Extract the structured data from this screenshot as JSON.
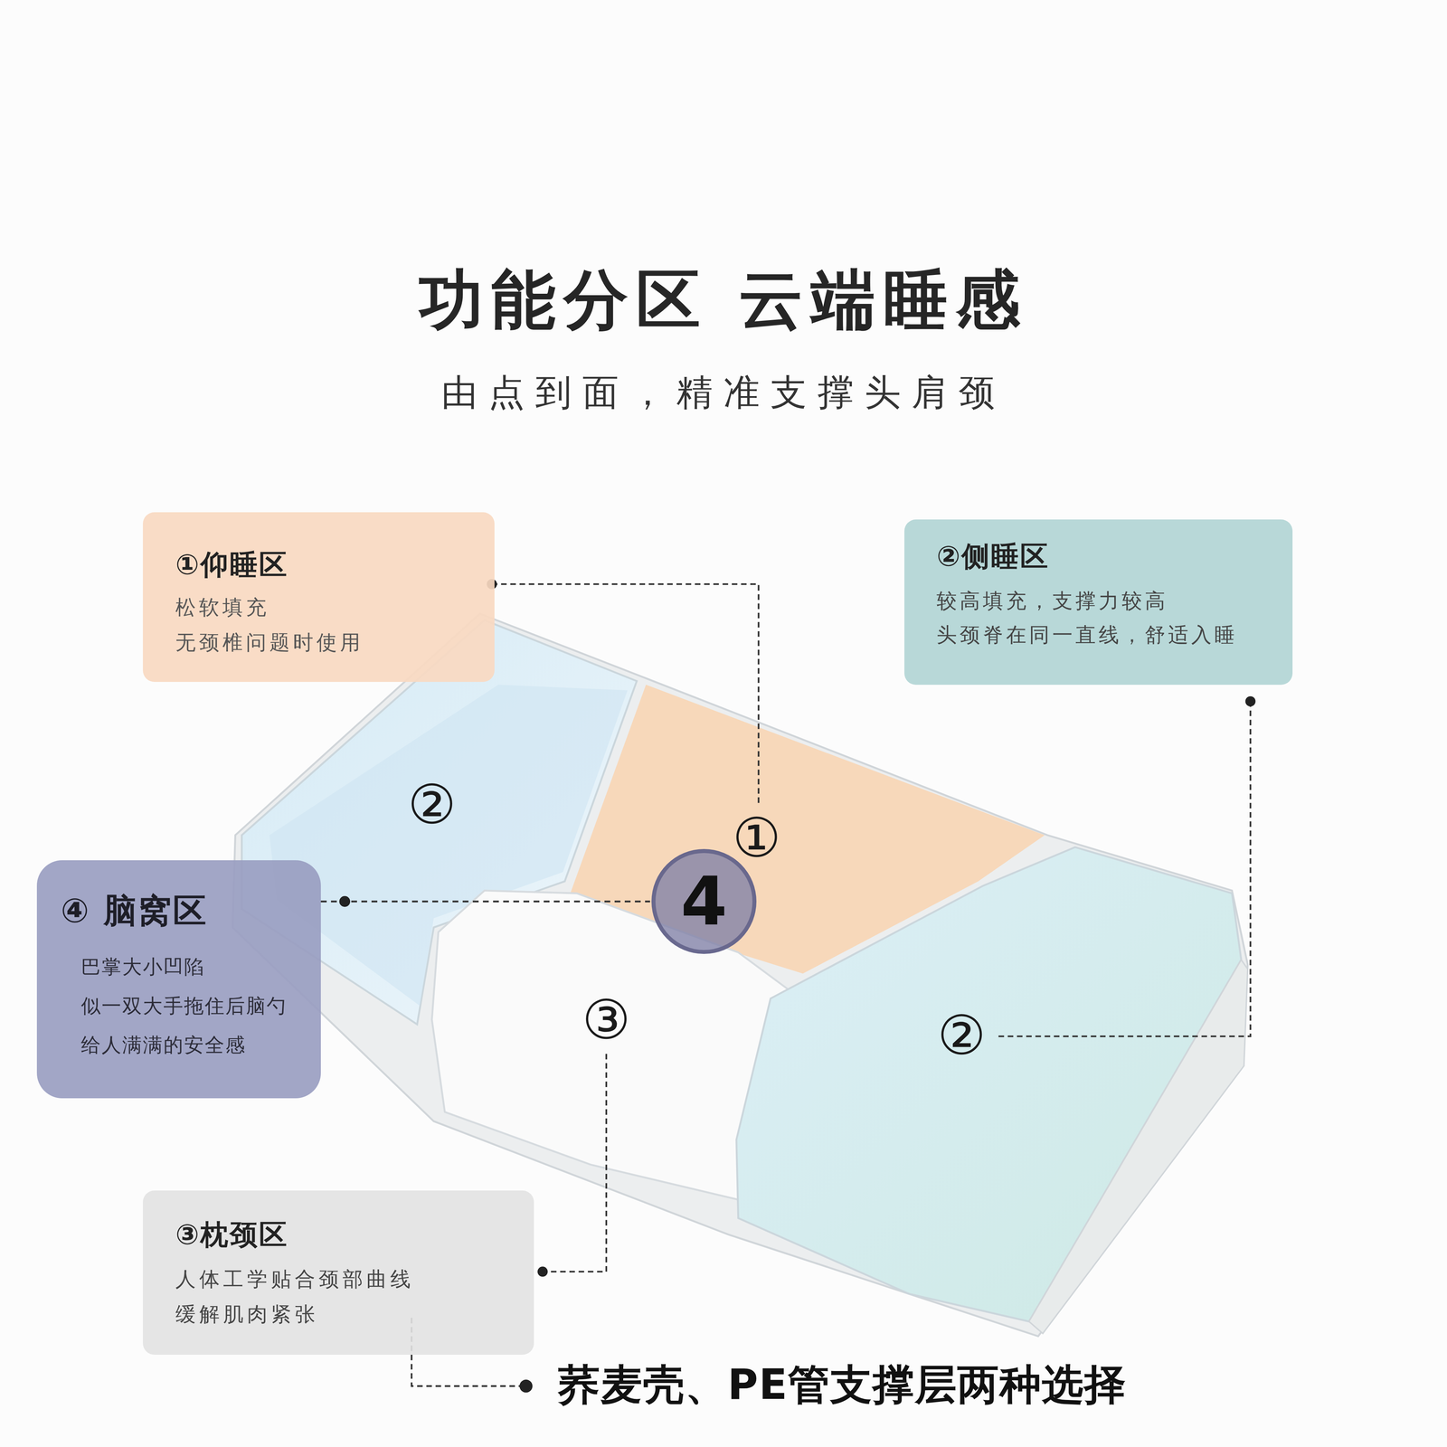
{
  "diagram": {
    "title": "功能分区 云端睡感",
    "nodes": [
      {
        "text": [
          "①仰睡区",
          "松软填充 无颈椎问题时使用"
        ]
      },
      {
        "text": [
          "②侧睡区",
          "较高填充，支撑力较高 头颈脊在同一直线，舒适入睡"
        ]
      },
      {
        "text": [
          "④ 脑窝区",
          "巴掌大小凹陷 似一双大手拖住后脑勺 给人满满的安全感"
        ]
      },
      {
        "text": [
          "4"
        ]
      },
      {
        "text": [
          "③枕颈区",
          "人体工学贴合颈部曲线 缓解肌肉紧张"
        ]
      }
    ],
    "edges": [
      {
        "from": 2,
        "to": 3,
        "arrow": "none"
      }
    ],
    "labels": [
      "由点到面，精准支撑头肩颈",
      "②",
      "①",
      "③",
      "②",
      "荞麦壳、PE管支撑层两种选择"
    ]
  }
}
